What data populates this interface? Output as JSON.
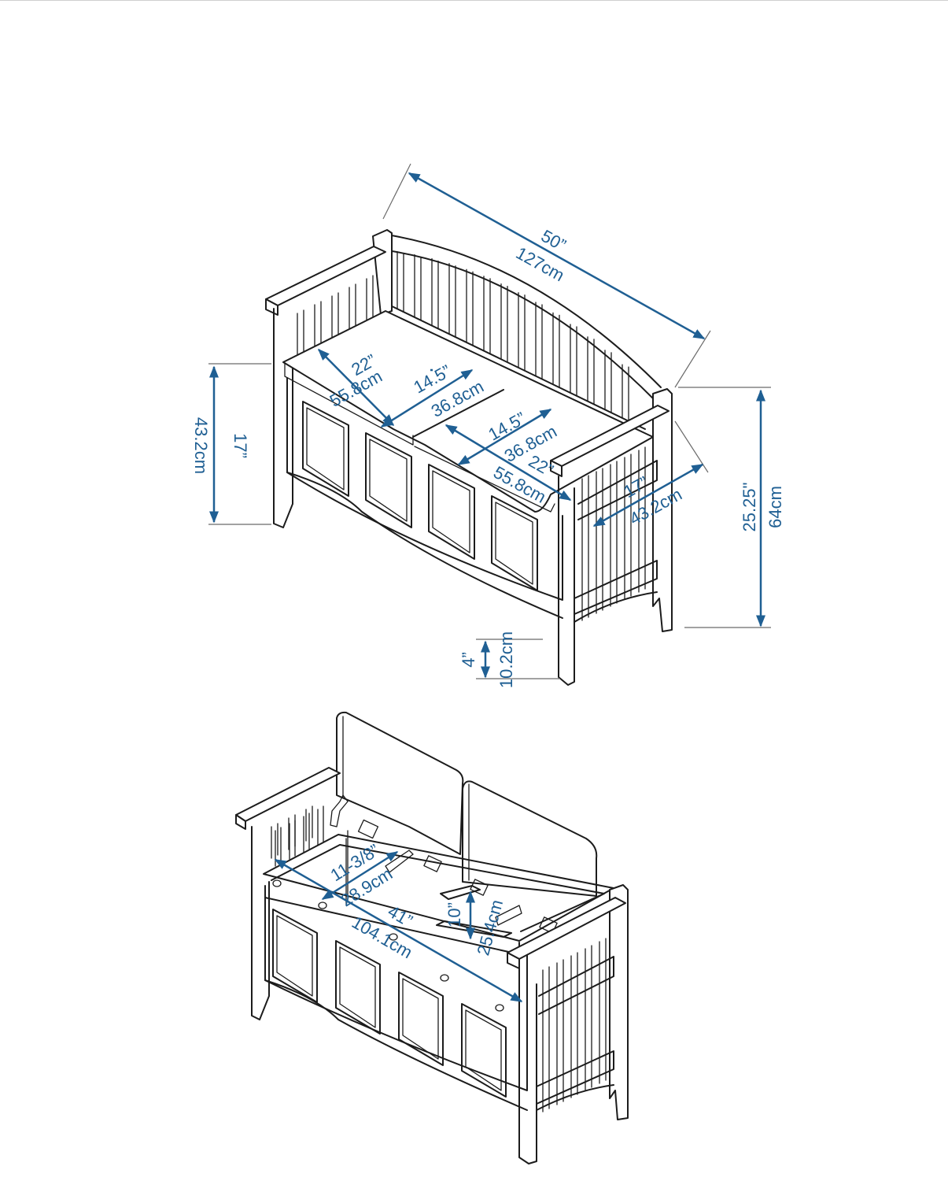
{
  "colors": {
    "dimension": "#1f5f93",
    "drawing_ink": "#1c1c1c",
    "background": "#ffffff"
  },
  "icons": {
    "arrow": "arrowhead-icon",
    "hinge": "hinge-icon",
    "lid_stay": "lid-support-icon"
  },
  "top_view": {
    "dims": {
      "overall_width": [
        "50”",
        "127cm"
      ],
      "seat_height": [
        "17”",
        "43.2cm"
      ],
      "lid_left_length": [
        "22”",
        "55.8cm"
      ],
      "lid_left_depth": [
        "14.5”",
        "36.8cm"
      ],
      "lid_right_depth": [
        "14.5”",
        "36.8cm"
      ],
      "lid_right_length": [
        "22”",
        "55.8cm"
      ],
      "overall_depth": [
        "17”",
        "43.2cm"
      ],
      "overall_height": [
        "25.25\"",
        "64cm"
      ],
      "leg_clearance": [
        "4”",
        "10.2cm"
      ]
    }
  },
  "bottom_view": {
    "dims": {
      "inner_depth": [
        "11-3/8”",
        "28.9cm"
      ],
      "inner_width": [
        "41”",
        "104.1cm"
      ],
      "inner_height": [
        "10”",
        "25.4cm"
      ]
    }
  }
}
